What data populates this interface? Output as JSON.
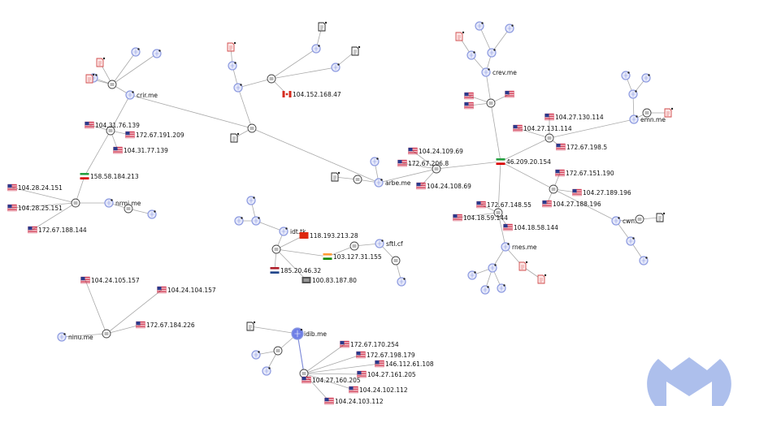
{
  "brand": {
    "logo": "malwarebytes-logo-icon",
    "color": "#9fb4e8"
  },
  "colors": {
    "edge": "#a9a9a9",
    "edge_highlight": "#7b88d8",
    "domain_node": "#8c9ae0",
    "selected_node": "#6f7fe6"
  },
  "domains": {
    "crir": "crir.me",
    "crev": "crev.me",
    "emn": "emn.me",
    "arbe": "arbe.me",
    "nrmi": "nrmi.me",
    "idt": "idt.tk",
    "sftl": "sftl.cf",
    "rnes": "rnes.me",
    "cwn": "cwn.t",
    "ninu": "ninu.me",
    "idib": "idib.me"
  },
  "ips": {
    "ip_104_152_168_47": "104.152.168.47",
    "ip_104_31_76_139": "104.31.76.139",
    "ip_172_67_191_209": "172.67.191.209",
    "ip_104_31_77_139": "104.31.77.139",
    "ip_158_58_184_213": "158.58.184.213",
    "ip_104_28_24_151": "104.28.24.151",
    "ip_104_28_25_151": "104.28.25.151",
    "ip_172_67_188_144": "172.67.188.144",
    "ip_104_24_109_69": "104.24.109.69",
    "ip_172_67_206_8": "172.67.206.8",
    "ip_104_24_108_69": "104.24.108.69",
    "ip_46_209_20_154": "46.209.20.154",
    "ip_104_27_130_114": "104.27.130.114",
    "ip_104_27_131_114": "104.27.131.114",
    "ip_172_67_198_5": "172.67.198.5",
    "ip_172_67_151_190": "172.67.151.190",
    "ip_104_27_189_196": "104.27.189.196",
    "ip_104_27_188_196": "104.27.188.196",
    "ip_172_67_148_55": "172.67.148.55",
    "ip_104_18_59_144": "104.18.59.144",
    "ip_104_18_58_144": "104.18.58.144",
    "ip_118_193_213_28": "118.193.213.28",
    "ip_103_127_31_155": "103.127.31.155",
    "ip_185_20_46_32": "185.20.46.32",
    "ip_100_83_187_80": "100.83.187.80",
    "ip_104_24_105_157": "104.24.105.157",
    "ip_104_24_104_157": "104.24.104.157",
    "ip_172_67_184_226": "172.67.184.226",
    "ip_172_67_170_254": "172.67.170.254",
    "ip_172_67_198_179": "172.67.198.179",
    "ip_146_112_61_108": "146.112.61.108",
    "ip_104_27_161_205": "104.27.161.205",
    "ip_104_27_160_205": "104.27.160.205",
    "ip_104_24_102_112": "104.24.102.112",
    "ip_104_24_103_112": "104.24.103.112"
  },
  "icons": {
    "domain": "globe-icon",
    "hub": "resolver-hub-icon",
    "file": "document-icon",
    "file_flagged": "flagged-document-icon",
    "flag_us": "us-flag-icon",
    "flag_ca": "ca-flag-icon",
    "flag_ir": "ir-flag-icon",
    "flag_cn": "cn-flag-icon",
    "flag_in": "in-flag-icon",
    "flag_nl": "nl-flag-icon",
    "flag_unknown": "unknown-flag-icon"
  }
}
